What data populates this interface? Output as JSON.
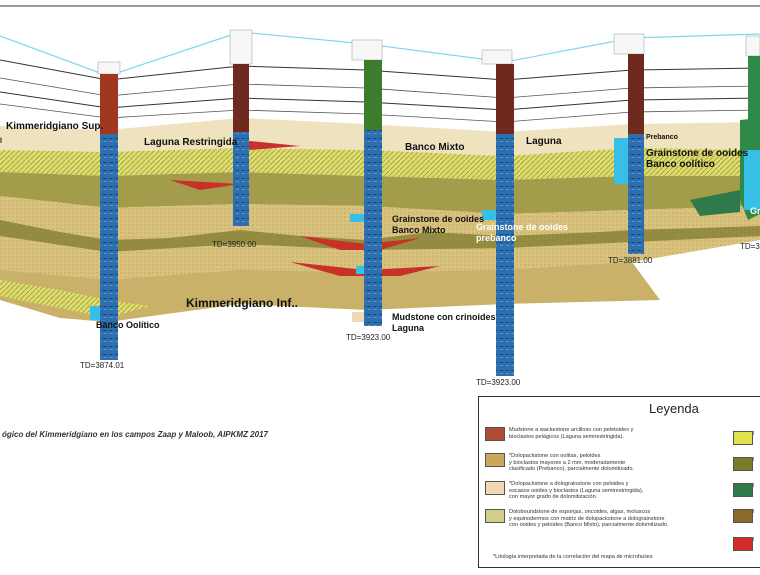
{
  "labels": {
    "kimmeridgiano_sup": "Kimmeridgiano Sup.",
    "laguna_restringida": "Laguna Restringida",
    "banco_mixto": "Banco Mixto",
    "laguna": "Laguna",
    "prebanco_top": "Prebanco",
    "grainstone_banco_oolitico": "Grainstone de ooides Banco oolítico",
    "grainstone_banco_mixto": "Grainstone de ooides Banco Mixto",
    "grainstone_prebanco": "Grainstone de ooides prebanco",
    "kimmeridgiano_inf": "Kimmeridgiano Inf..",
    "mudstone_laguna": "Mudstone con crinoides Laguna",
    "banco_oolitico": "Banco Oolítico",
    "gr_cut": "Gr",
    "num_cut": "3",
    "left_cut": "l"
  },
  "td_labels": {
    "w1": "TD=3874.01",
    "w2": "TD=3950.00",
    "w3": "TD=3923.00",
    "w4": "TD=3923.00",
    "w5": "TD=3881.00",
    "w6": "TD=3"
  },
  "caption": "ógico del Kimmeridgiano en los campos Zaap y Maloob, AIPKMZ 2017",
  "legend": {
    "title": "Leyenda",
    "items": [
      {
        "color": "#b04b33",
        "text": "Mudstone a wackestone arcilloso con peletoides y\nbioclastos pelágicos (Laguna semirestringida)."
      },
      {
        "color": "#c9a85a",
        "text": "*Dolopackstone con oolitas, peloides\ny bioclastos mayores a 2 mm, moderadamente\nclasificado (Prebanco), parcialmente dolomitizado."
      },
      {
        "color": "#f1d9b5",
        "text": "*Dolopackstone a dolograinstone con peloides y\nescasos ooides y bioclastos (Laguna semirestringida),\ncon mayor grado de dolomitización."
      },
      {
        "color": "#d5cf8f",
        "text": "Doloboundstone de esponjas, oncoides, algas, moluscos\ny equinodermos con matriz de dolopackstone a dolograinstone\ncon ooides y peloides (Banco Mixto), parcialmente dolomitizado."
      }
    ],
    "note": "*Litología interpretada de la correlación del mapa de microfacies",
    "right_swatches": [
      {
        "color": "#dfe24a",
        "text": "I"
      },
      {
        "color": "#7a7a2a",
        "text": "I"
      },
      {
        "color": "#2f7a4a",
        "text": "I"
      },
      {
        "color": "#8a6a2a",
        "text": "I"
      },
      {
        "color": "#d42a2a",
        "text": "I"
      }
    ]
  },
  "colors": {
    "tan": "#d8c07a",
    "olive": "#9a9640",
    "cream": "#efe0ba",
    "red": "#c8302a",
    "well_blue": "#2e6fb0",
    "cyan": "#36c0e8",
    "dark_red": "#6e2a1e",
    "green": "#2f8a4a"
  }
}
